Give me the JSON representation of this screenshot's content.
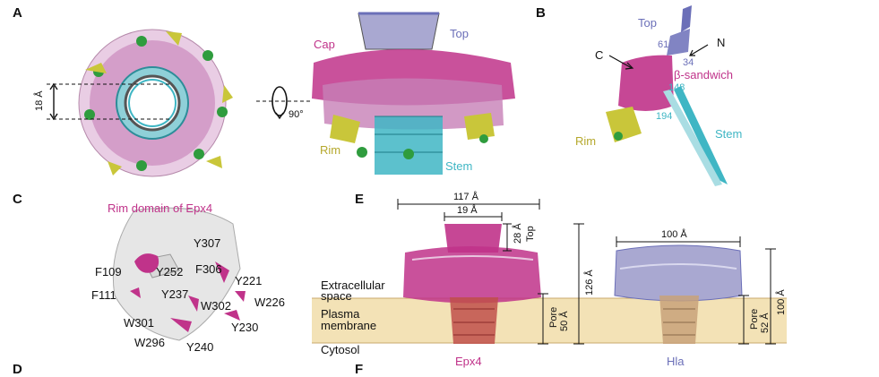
{
  "panels": {
    "a": {
      "letter": "A",
      "labels": {
        "measure": "18 Å",
        "rotation": "90°",
        "cap": "Cap",
        "top": "Top",
        "rim": "Rim",
        "stem": "Stem"
      }
    },
    "b": {
      "letter": "B",
      "labels": {
        "top": "Top",
        "n_term": "N",
        "c_term": "C",
        "res_61": "61",
        "res_34": "34",
        "beta_sandwich": "β-sandwich",
        "res_148": "148",
        "res_194": "194",
        "rim": "Rim",
        "stem": "Stem"
      }
    },
    "c": {
      "letter": "C",
      "title": "Rim domain of Epx4",
      "residues": [
        "Y307",
        "F109",
        "Y252",
        "F306",
        "Y221",
        "F111",
        "Y237",
        "W302",
        "W226",
        "W301",
        "Y230",
        "W296",
        "Y240"
      ]
    },
    "d": {
      "letter": "D"
    },
    "e": {
      "letter": "E",
      "dims": {
        "width_117": "117 Å",
        "width_19": "19 Å",
        "height_28": "28 Å",
        "top": "Top",
        "height_126": "126 Å",
        "pore_label": "Pore",
        "pore_50": "50 Å",
        "width_100": "100 Å",
        "pore_52": "52 Å",
        "height_100": "100 Å"
      },
      "layers": {
        "extracellular_1": "Extracellular",
        "extracellular_2": "space",
        "plasma_1": "Plasma",
        "plasma_2": "membrane",
        "cytosol": "Cytosol"
      },
      "names": {
        "epx4": "Epx4",
        "hla": "Hla"
      }
    },
    "f": {
      "letter": "F"
    }
  },
  "colors": {
    "magenta": "#c0338a",
    "pink": "#c77fb7",
    "cyan": "#3fb6c4",
    "yellow": "#c9c63a",
    "green": "#2f9c3e",
    "lavender": "#a9a8d1",
    "slate": "#6b6fb8",
    "membrane": "#f3e2b6"
  }
}
